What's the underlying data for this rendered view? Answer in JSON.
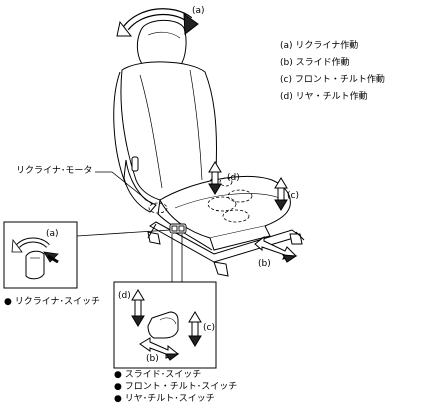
{
  "legend": [
    "(a) リクライナ作動",
    "(b) スライド作動",
    "(c) フロント・チルト作動",
    "(d) リヤ・チルト作動"
  ],
  "callouts": {
    "a_top": "(a)",
    "d_seat": "(d)",
    "c_seat": "(c)",
    "b_seat": "(b)",
    "recliner_motor": "リクライナ･モータ",
    "a_inset": "(a)",
    "d_inset": "(d)",
    "c_inset": "(c)",
    "b_inset": "(b)"
  },
  "recliner_switch_label": "● リクライナ･スイッチ",
  "switch_list": [
    "● スライド･スイッチ",
    "● フロント・チルト･スイッチ",
    "● リヤ･チルト･スイッチ"
  ]
}
